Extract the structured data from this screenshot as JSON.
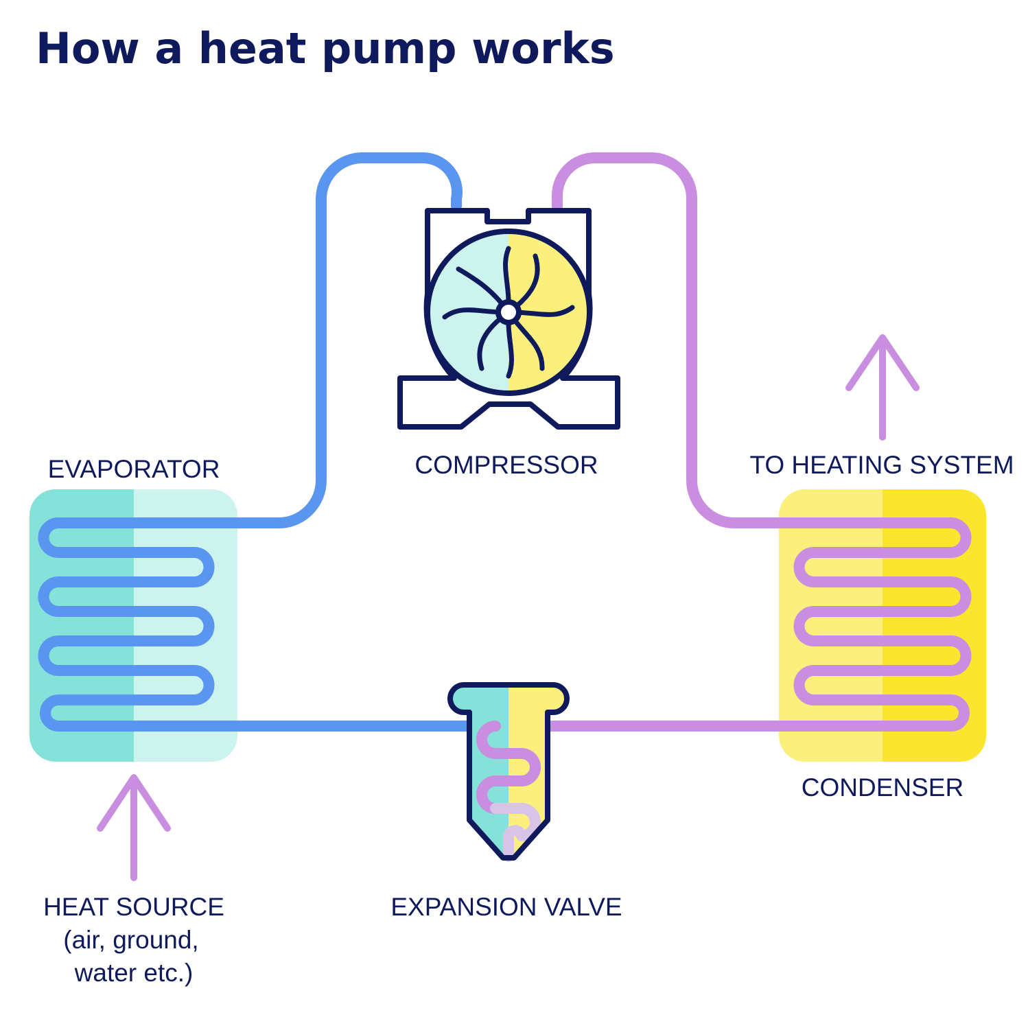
{
  "title": "How a heat pump works",
  "labels": {
    "evaporator": "EVAPORATOR",
    "compressor": "COMPRESSOR",
    "to_heating_system": "TO HEATING SYSTEM",
    "condenser": "CONDENSER",
    "expansion_valve": "EXPANSION VALVE",
    "heat_source": [
      "HEAT SOURCE",
      "(air, ground,",
      "water etc.)"
    ]
  },
  "colors": {
    "navy": "#0f1a5c",
    "cold_pipe": "#5a95f0",
    "warm_pipe": "#c98ee0",
    "teal_dark": "#85e2d8",
    "teal_light": "#cdf3ee",
    "yellow_light": "#fbf07d",
    "yellow_dark": "#fbe52f",
    "valve_tail": "#d8c4e6"
  }
}
